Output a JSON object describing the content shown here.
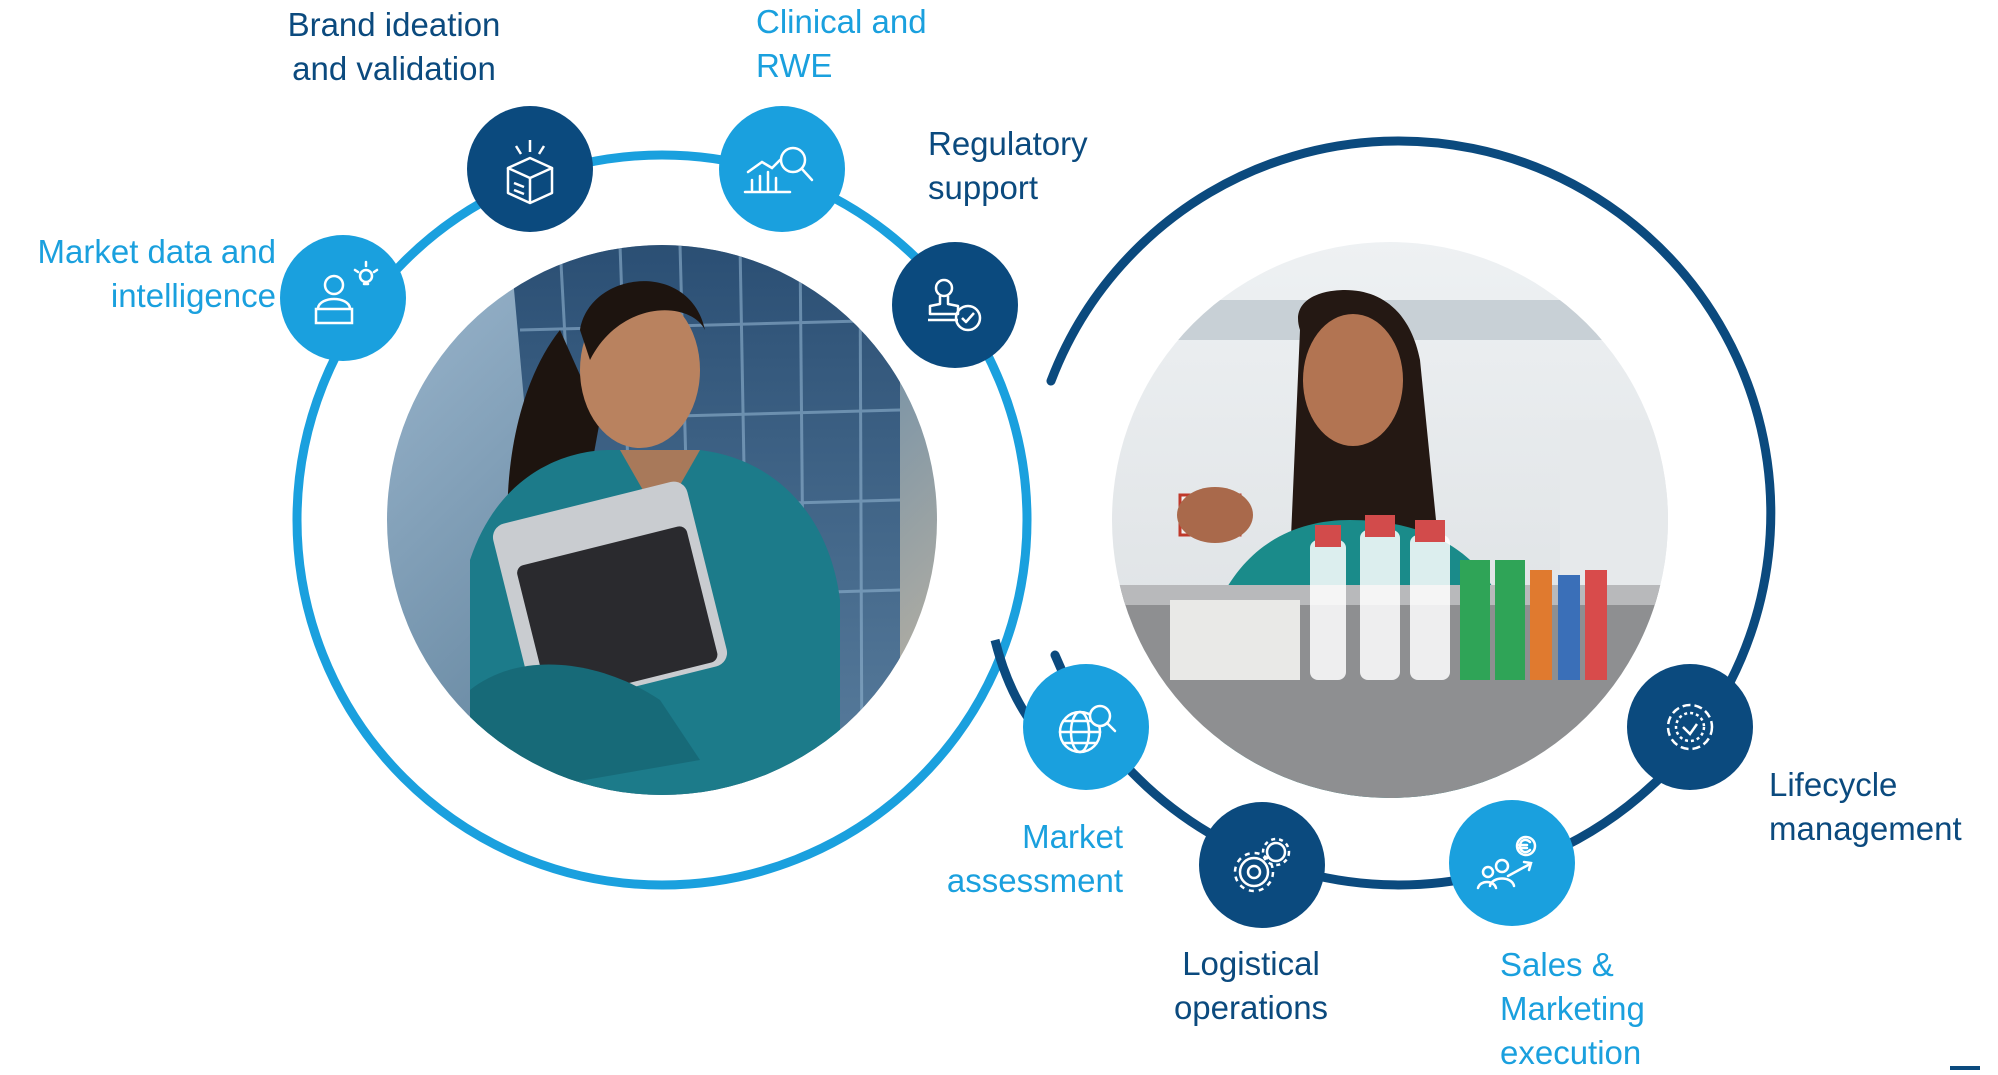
{
  "colors": {
    "light": "#1aa0de",
    "dark": "#0b4a7e"
  },
  "steps": [
    {
      "id": "market-data",
      "icon": "person-idea-icon",
      "tone": "light",
      "lines": [
        "Market data and",
        "intelligence"
      ]
    },
    {
      "id": "brand-ideation",
      "icon": "open-box-icon",
      "tone": "dark",
      "lines": [
        "Brand ideation",
        "and validation"
      ]
    },
    {
      "id": "clinical-rwe",
      "icon": "chart-magnifier-icon",
      "tone": "light",
      "lines": [
        "Clinical and",
        "RWE"
      ]
    },
    {
      "id": "regulatory",
      "icon": "stamp-check-icon",
      "tone": "dark",
      "lines": [
        "Regulatory",
        "support"
      ]
    },
    {
      "id": "market-assessment",
      "icon": "globe-magnifier-icon",
      "tone": "light",
      "lines": [
        "Market",
        "assessment"
      ]
    },
    {
      "id": "logistical",
      "icon": "gears-icon",
      "tone": "dark",
      "lines": [
        "Logistical",
        "operations"
      ]
    },
    {
      "id": "sales-marketing",
      "icon": "people-euro-icon",
      "tone": "light",
      "lines": [
        "Sales &",
        "Marketing",
        "execution"
      ]
    },
    {
      "id": "lifecycle",
      "icon": "cycle-gear-icon",
      "tone": "dark",
      "lines": [
        "Lifecycle",
        "management"
      ]
    }
  ]
}
